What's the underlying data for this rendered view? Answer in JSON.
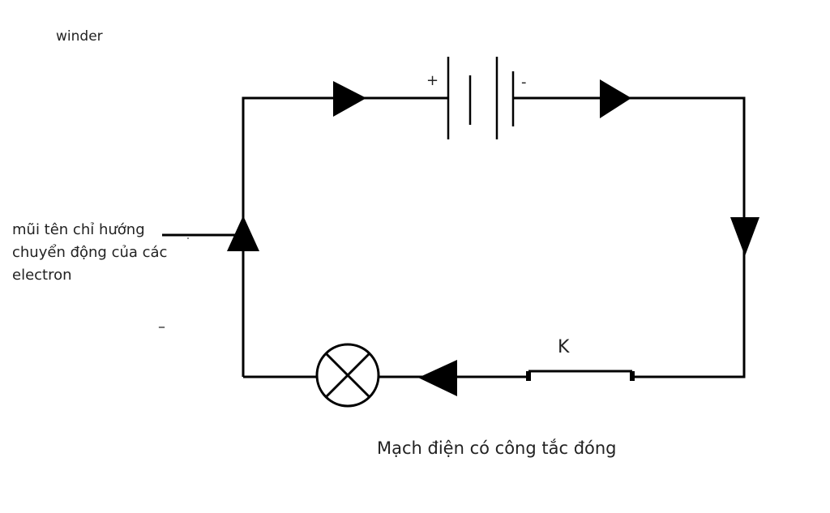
{
  "labels": {
    "corner_tag": "winder",
    "arrow_note_lines": [
      "mũi tên chỉ hướng",
      "chuyển động của các",
      "electron"
    ],
    "stray_dash": "–",
    "battery_plus": "+",
    "battery_minus": "-",
    "switch": "K",
    "caption": "Mạch điện có công tắc đóng"
  },
  "components": {
    "battery": "battery-symbol",
    "lamp": "lamp-symbol",
    "switch": "closed-switch-symbol"
  },
  "colors": {
    "wire": "#000000",
    "background": "#ffffff"
  }
}
